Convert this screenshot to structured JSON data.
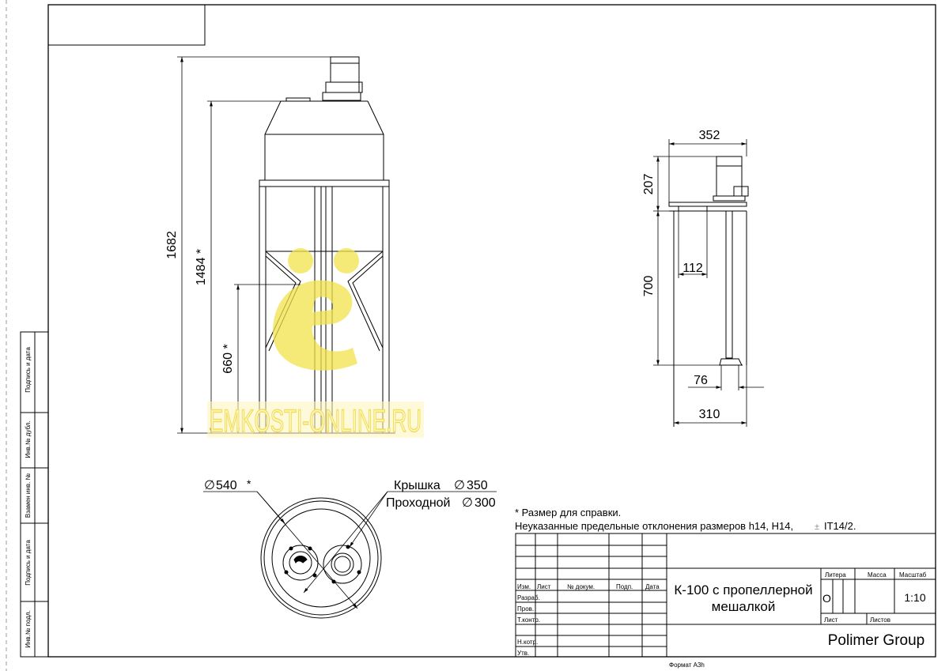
{
  "dimensions": {
    "d1682": "1682",
    "d1484": "1484 *",
    "d660": "660 *",
    "d352": "352",
    "d207": "207",
    "d112": "112",
    "d700": "700",
    "d76": "76",
    "d310": "310",
    "d540": "540",
    "d540_mark": "*",
    "lid_label": "Крышка",
    "lid_dia": "350",
    "pass_label": "Проходной",
    "pass_dia": "300"
  },
  "notes": {
    "ref": "* Размер для справки.",
    "tolerances": "Неуказанные предельные отклонения размеров h14, H14,",
    "tol_suffix": "IT14/2.",
    "pm": "±"
  },
  "watermark": {
    "text": "EMKOSTI-ONLINE.RU",
    "logo_color": "#f2e24a",
    "text_color": "#f0dd5a"
  },
  "side_stamp": {
    "podpis1": "Подпись и дата",
    "inv_dubl": "Инв.№ дубл.",
    "vzamen": "Взамен инв. №",
    "podpis2": "Подпись и дата",
    "inv_podl": "Инв.№ подл."
  },
  "title_block": {
    "header": [
      "Изм.",
      "Лист",
      "№ докум.",
      "Подп.",
      "Дата"
    ],
    "rows": [
      "Разраб.",
      "Пров.",
      "Т.контр.",
      "",
      "Н.котр.",
      "Утв."
    ],
    "title_line1": "К-100 с пропеллерной",
    "title_line2": "мешалкой",
    "litera": "Литера",
    "massa": "Масса",
    "masshtab": "Масштаб",
    "litera_val": "О",
    "scale_val": "1:10",
    "list": "Лист",
    "listov": "Листов",
    "company": "Polimer Group"
  },
  "format": "Формат А3h"
}
